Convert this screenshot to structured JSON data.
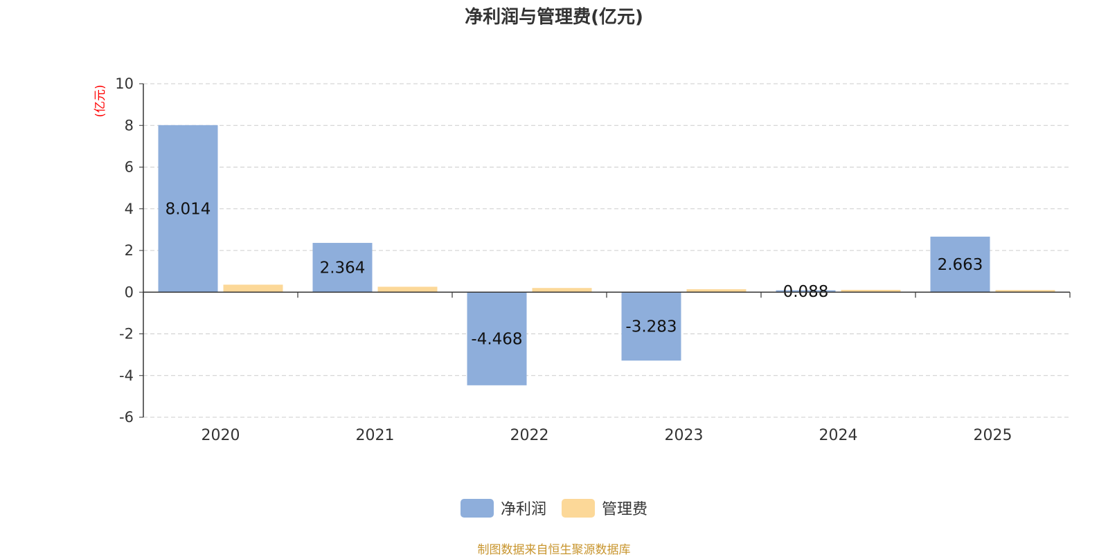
{
  "chart_data": {
    "type": "bar",
    "title": "净利润与管理费(亿元)",
    "ylabel": "(亿元)",
    "categories": [
      "2020",
      "2021",
      "2022",
      "2023",
      "2024",
      "2025"
    ],
    "series": [
      {
        "name": "净利润",
        "color": "#8eaedb",
        "values": [
          8.014,
          2.364,
          -4.468,
          -3.283,
          0.088,
          2.663
        ],
        "labels": [
          "8.014",
          "2.364",
          "-4.468",
          "-3.283",
          "0.088",
          "2.663"
        ]
      },
      {
        "name": "管理费",
        "color": "#fcd898",
        "values": [
          0.36,
          0.26,
          0.2,
          0.14,
          0.11,
          0.1
        ]
      }
    ],
    "ylim": [
      -6,
      10
    ],
    "yticks": [
      "-6",
      "-4",
      "-2",
      "0",
      "2",
      "4",
      "6",
      "8",
      "10"
    ],
    "grid": true,
    "legend_position": "bottom-center"
  },
  "footer": {
    "source": "制图数据来自恒生聚源数据库"
  },
  "colors": {
    "axis": "#333333",
    "grid": "#cccccc",
    "ylabel": "#ff0000",
    "source": "#c8952e"
  }
}
